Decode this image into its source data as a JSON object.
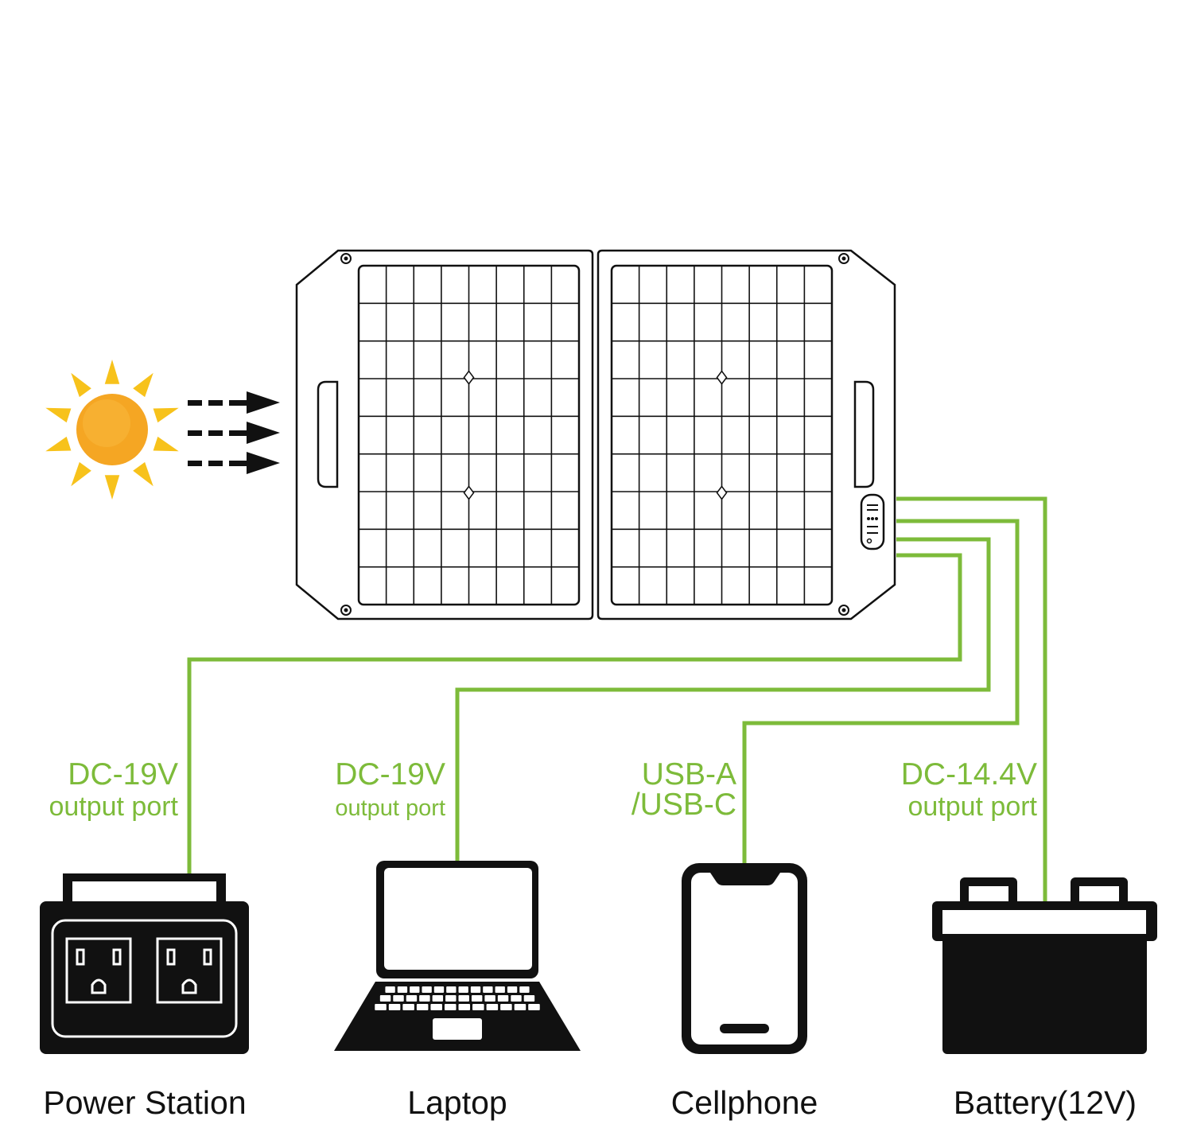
{
  "colors": {
    "wire": "#7dbb3a",
    "label": "#7dbb3a",
    "ink": "#1a1a1a",
    "sun": "#f5a623",
    "sun_ray": "#f7c21b",
    "background": "#ffffff"
  },
  "ports": [
    {
      "line1": "DC-19V",
      "line2": "output port"
    },
    {
      "line1": "DC-19V",
      "line2": "output port"
    },
    {
      "line1": "USB-A",
      "line2": "/USB-C"
    },
    {
      "line1": "DC-14.4V",
      "line2": "output port"
    }
  ],
  "devices": [
    {
      "name": "Power Station",
      "icon": "power-station-icon"
    },
    {
      "name": "Laptop",
      "icon": "laptop-icon"
    },
    {
      "name": "Cellphone",
      "icon": "cellphone-icon"
    },
    {
      "name": "Battery(12V)",
      "icon": "car-battery-icon"
    }
  ],
  "icons": {
    "sun": "sun-icon",
    "arrows": "light-arrows-icon",
    "panel": "solar-panel-icon"
  }
}
